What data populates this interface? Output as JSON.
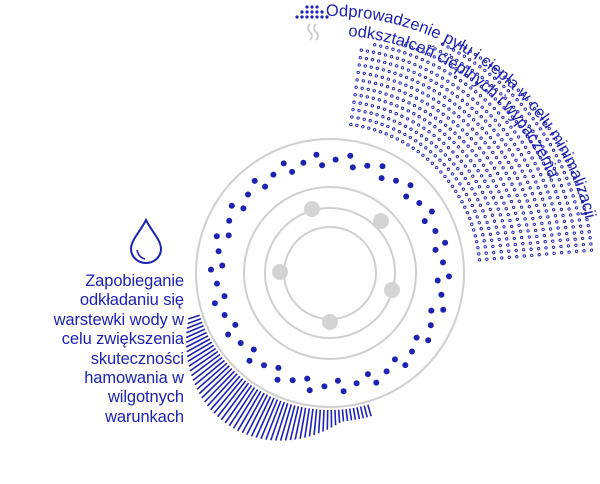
{
  "colors": {
    "accent": "#1d22b0",
    "disc_stroke": "#cfcfcf",
    "hub_hole": "#d4d4d4"
  },
  "icons": {
    "water": "water-drop-icon",
    "heat": "heat-waves-icon",
    "dust": "dust-particles-icon"
  },
  "labels": {
    "water_lines": [
      "Zapobieganie",
      "odkładaniu się",
      "warstewki wody w",
      "celu zwiększenia",
      "skuteczności",
      "hamowania w",
      "wilgotnych",
      "warunkach"
    ],
    "heat_line1": "Odprowadzenie pyłu i ciepła w celu minimalizacji",
    "heat_line2": "odkształceń cieplnych i wypaczenia"
  }
}
